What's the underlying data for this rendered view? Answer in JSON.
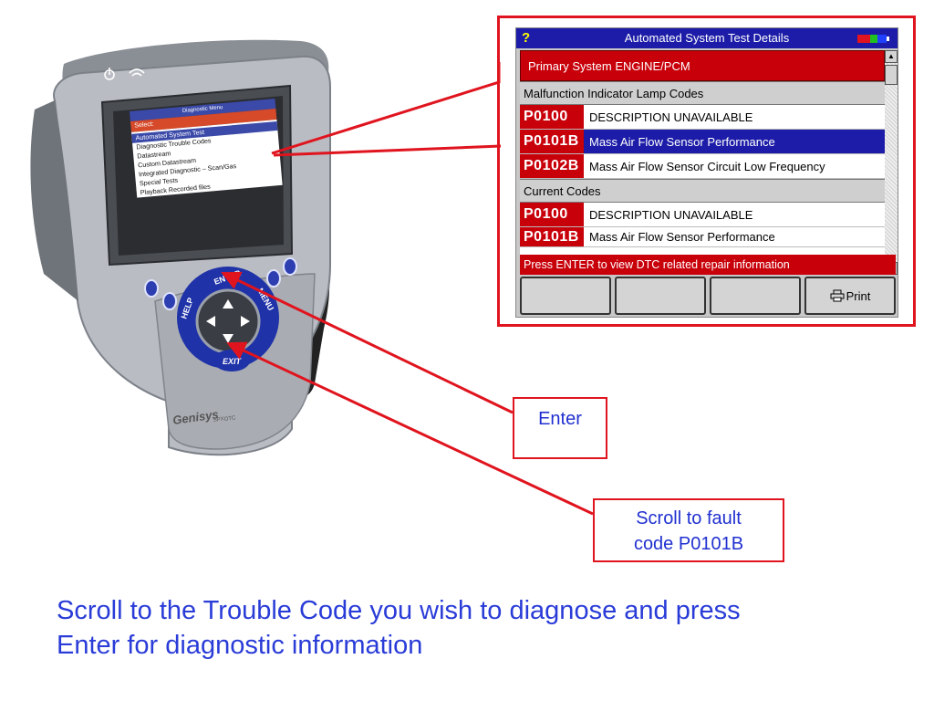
{
  "device": {
    "mini_menu": {
      "title": "Diagnostic Menu",
      "select_label": "Select:",
      "items": [
        "Automated System Test",
        "Diagnostic Trouble Codes",
        "Datastream",
        "Custom Datastream",
        "Integrated Diagnostic – Scan/Gas",
        "Special Tests",
        "Playback Recorded files"
      ]
    },
    "keys": {
      "enter": "ENTER",
      "help": "HELP",
      "menu": "MENU",
      "exit": "EXIT"
    },
    "brand": "Genisys",
    "sub_brand": "SPX",
    "sub_brand2": "OTC"
  },
  "screen": {
    "help_glyph": "?",
    "title": "Automated System Test Details",
    "primary_system": "Primary System ENGINE/PCM",
    "sections": [
      {
        "label": "Malfunction Indicator Lamp Codes",
        "rows": [
          {
            "code": "P0100",
            "description": "DESCRIPTION UNAVAILABLE",
            "selected": false
          },
          {
            "code": "P0101B",
            "description": "Mass Air Flow Sensor Performance",
            "selected": true
          },
          {
            "code": "P0102B",
            "description": "Mass Air Flow Sensor Circuit Low Frequency",
            "selected": false
          }
        ]
      },
      {
        "label": "Current Codes",
        "rows": [
          {
            "code": "P0100",
            "description": "DESCRIPTION UNAVAILABLE",
            "selected": false
          },
          {
            "code": "P0101B",
            "description": "Mass Air Flow Sensor Performance",
            "selected": false
          }
        ]
      }
    ],
    "status": "Press ENTER to view DTC related repair information",
    "function_buttons": [
      "",
      "",
      "",
      "Print"
    ],
    "battery_colors": [
      "#e0141e",
      "#20c020",
      "#2040ff"
    ]
  },
  "callouts": {
    "enter": "Enter",
    "scroll_line1": "Scroll to fault",
    "scroll_line2": "code P0101B"
  },
  "caption": {
    "line1": "Scroll to the Trouble Code you wish to diagnose and press",
    "line2": "Enter for diagnostic information"
  },
  "colors": {
    "callout_red": "#e0141e",
    "caption_blue": "#2a3cd8",
    "screen_blue": "#1c1ca8",
    "code_red": "#c8000a"
  }
}
